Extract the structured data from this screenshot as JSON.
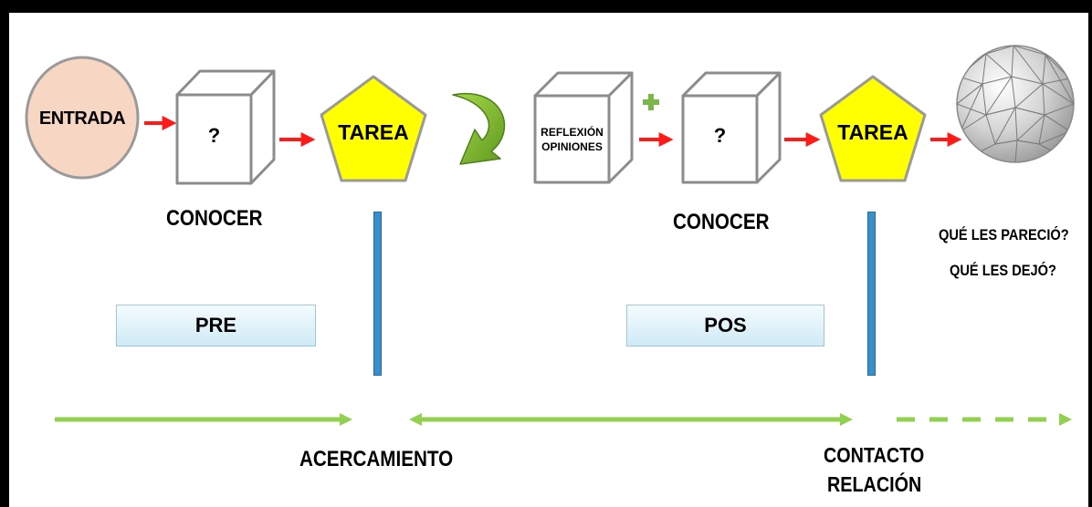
{
  "stage1": {
    "entrada": "ENTRADA",
    "cube_mark": "?",
    "conocer": "CONOCER",
    "tarea": "TAREA"
  },
  "stage2": {
    "reflexion_line1": "REFLEXIÓN",
    "reflexion_line2": "OPINIONES",
    "cube_mark": "?",
    "conocer": "CONOCER",
    "tarea": "TAREA",
    "pregunta1": "QUÉ LES PARECIÓ?",
    "pregunta2": "QUÉ LES DEJÓ?"
  },
  "phases": {
    "pre": "PRE",
    "pos": "POS"
  },
  "timeline": {
    "acercamiento": "ACERCAMIENTO",
    "contacto": "CONTACTO",
    "relacion": "RELACIÓN"
  },
  "colors": {
    "arrow_red": "#ff1a1a",
    "lime_green": "#92d050",
    "tarea_yellow": "#ffff00",
    "entrada_fill": "#f7d6c4",
    "entrada_border": "#9a9a9a",
    "bar_blue": "#3a8fc9"
  },
  "icons": {
    "plus": "plus-icon",
    "cycle": "circular-arrow-icon",
    "sphere": "geodesic-sphere-icon"
  }
}
